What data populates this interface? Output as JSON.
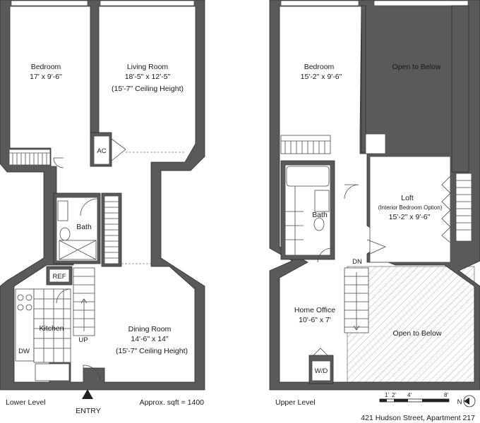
{
  "lower_level": {
    "bedroom": {
      "name": "Bedroom",
      "dims": "17' x 9'-6\""
    },
    "living_room": {
      "name": "Living Room",
      "dims": "18'-5\" x 12'-5\"",
      "ceiling": "(15'-7\" Ceiling Height)"
    },
    "ac": "AC",
    "bath": "Bath",
    "ref": "REF",
    "kitchen": "Kitchen",
    "dw": "DW",
    "up": "UP",
    "dining_room": {
      "name": "Dining Room",
      "dims": "14'-6\" x 14\"",
      "ceiling": "(15'-7\" Ceiling Height)"
    },
    "level_label": "Lower Level",
    "entry": "ENTRY",
    "sqft": "Approx. sqft = 1400"
  },
  "upper_level": {
    "bedroom": {
      "name": "Bedroom",
      "dims": "15'-2\" x 9'-6\""
    },
    "open_top": "Open to Below",
    "bath": "Bath",
    "loft": {
      "name": "Loft",
      "note": "(Interior Bedroom Option)",
      "dims": "15'-2\" x 9'-6\""
    },
    "dn": "DN",
    "home_office": {
      "name": "Home Office",
      "dims": "10'-6\" x 7'"
    },
    "open_bottom": "Open to Below",
    "wd": "W/D",
    "level_label": "Upper Level"
  },
  "scale": {
    "ticks": [
      "1'",
      "2'",
      "4'",
      "8'"
    ]
  },
  "north": "N",
  "address": "421 Hudson Street, Apartment 217",
  "icons": {
    "entry": "entry-arrow-icon",
    "north": "north-arrow-icon"
  }
}
